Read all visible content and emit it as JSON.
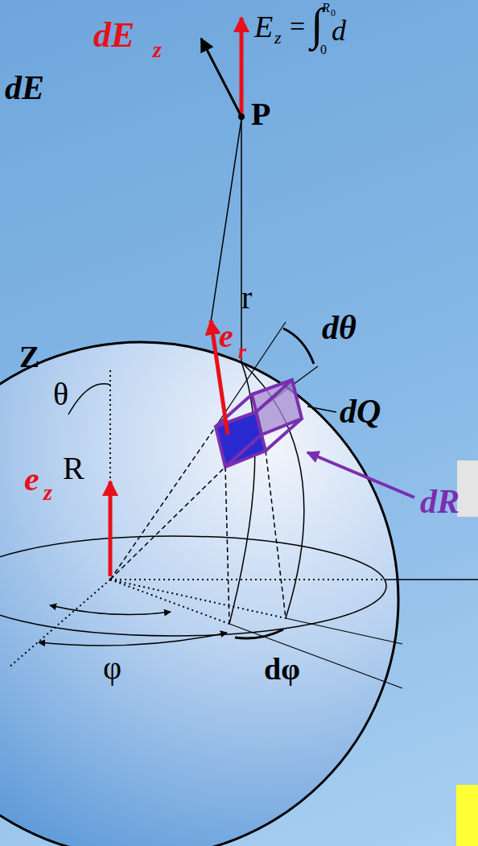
{
  "diagram": {
    "labels": [
      "dE",
      "dE",
      "z",
      "P",
      "E",
      "z",
      "=",
      "∫",
      "R",
      "0",
      "0",
      "d",
      "r",
      "Z",
      "e",
      "r",
      "θ",
      "dθ",
      "dQ",
      "e",
      "z",
      "R",
      "dR",
      "φ",
      "dφ"
    ]
  }
}
